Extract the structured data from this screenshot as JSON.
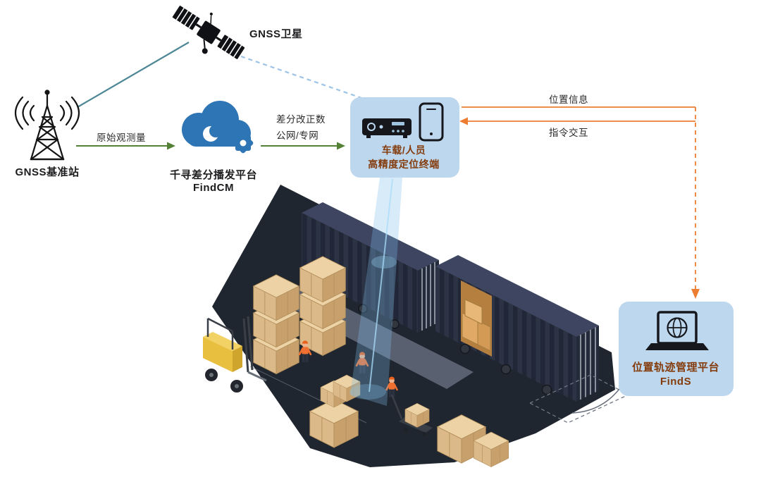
{
  "nodes": {
    "satellite": {
      "label": "GNSS卫星"
    },
    "base_station": {
      "label": "GNSS基准站"
    },
    "cloud": {
      "line1": "千寻差分播发平台",
      "line2": "FindCM"
    },
    "terminal": {
      "line1": "车载/人员",
      "line2": "高精度定位终端"
    },
    "platform": {
      "line1": "位置轨迹管理平台",
      "line2": "FindS"
    }
  },
  "flows": {
    "raw_observations": {
      "label": "原始观测量",
      "direction": "base_station→cloud"
    },
    "corrections": {
      "line1": "差分改正数",
      "line2": "公网/专网",
      "direction": "cloud→terminal"
    },
    "position_info": {
      "label": "位置信息",
      "direction": "terminal→platform"
    },
    "command": {
      "label": "指令交互",
      "direction": "platform→terminal"
    }
  },
  "icons": {
    "satellite": "satellite-icon",
    "base_station": "antenna-tower-icon",
    "cloud": "cloud-gear-icon",
    "terminal": [
      "receiver-box-icon",
      "smartphone-icon"
    ],
    "platform": "laptop-globe-icon"
  },
  "colors": {
    "arrow_green": "#538135",
    "arrow_orange": "#ED7D31",
    "node_box_fill": "#BDD7EE",
    "node_box_text": "#843C0C",
    "cloud_blue": "#2E75B6",
    "satellite_dashed_link": "#9DC3E6",
    "satellite_base_link": "#4D8796",
    "beam_blue": "#7DBEE6",
    "ground_dark": "#20262f"
  },
  "scene": {
    "elements": [
      "container-yard-ground",
      "shipping-container",
      "shipping-container-open",
      "pallet-stacks",
      "forklift",
      "workers",
      "pallet-jack",
      "geofence-dashed-zone",
      "positioning-beam"
    ]
  }
}
